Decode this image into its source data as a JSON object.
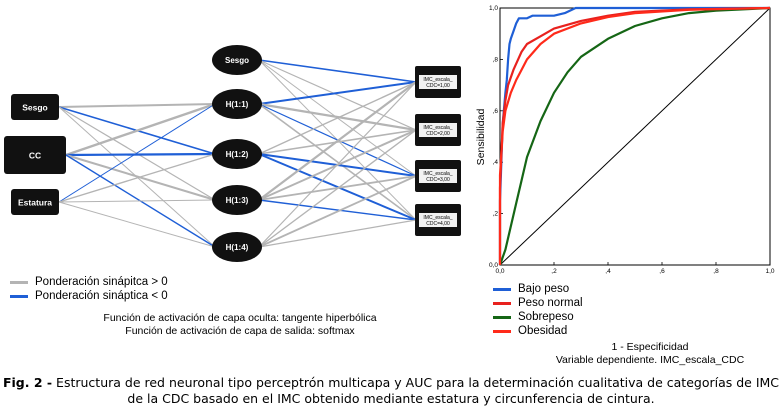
{
  "network": {
    "input_nodes": [
      "Sesgo",
      "CC",
      "Estatura"
    ],
    "hidden_nodes": [
      "Sesgo",
      "H(1:1)",
      "H(1:2)",
      "H(1:3)",
      "H(1:4)"
    ],
    "output_nodes": [
      [
        "IMC_escala_",
        "CDC=1,00"
      ],
      [
        "IMC_escala_",
        "CDC=2,00"
      ],
      [
        "IMC_escala_",
        "CDC=3,00"
      ],
      [
        "IMC_escala_",
        "CDC=4,00"
      ]
    ],
    "legend": [
      {
        "label": "Ponderación sinápitca > 0",
        "color": "#b4b4b4"
      },
      {
        "label": "Ponderación sináptica < 0",
        "color": "#1f5fd6"
      }
    ],
    "hidden_activation": "Función de activación de capa oculta: tangente hiperbólica",
    "output_activation": "Función de activación de capa de salida: softmax"
  },
  "chart_data": {
    "type": "line",
    "xlabel": "1 - Especificidad",
    "ylabel": "Sensibilidad",
    "xlim": [
      0,
      1
    ],
    "ylim": [
      0,
      1
    ],
    "x_ticks": [
      "0,0",
      ",2",
      ",4",
      ",6",
      ",8",
      "1,0"
    ],
    "y_ticks": [
      "0,0",
      ",2",
      ",4",
      ",6",
      ",8",
      "1,0"
    ],
    "legend_position": "bottom-left",
    "reference_line": true,
    "series": [
      {
        "name": "Bajo peso",
        "color": "#1f5fd6",
        "points": [
          [
            0,
            0
          ],
          [
            0,
            0.25
          ],
          [
            0.01,
            0.55
          ],
          [
            0.02,
            0.67
          ],
          [
            0.025,
            0.72
          ],
          [
            0.03,
            0.8
          ],
          [
            0.035,
            0.86
          ],
          [
            0.04,
            0.88
          ],
          [
            0.05,
            0.91
          ],
          [
            0.06,
            0.94
          ],
          [
            0.07,
            0.96
          ],
          [
            0.1,
            0.96
          ],
          [
            0.12,
            0.97
          ],
          [
            0.2,
            0.97
          ],
          [
            0.24,
            0.98
          ],
          [
            0.28,
            1.0
          ],
          [
            1.0,
            1.0
          ]
        ]
      },
      {
        "name": "Peso normal",
        "color": "#e8211e",
        "points": [
          [
            0,
            0
          ],
          [
            0,
            0.3
          ],
          [
            0.01,
            0.55
          ],
          [
            0.02,
            0.64
          ],
          [
            0.03,
            0.7
          ],
          [
            0.05,
            0.76
          ],
          [
            0.08,
            0.83
          ],
          [
            0.1,
            0.86
          ],
          [
            0.15,
            0.89
          ],
          [
            0.2,
            0.92
          ],
          [
            0.3,
            0.95
          ],
          [
            0.4,
            0.97
          ],
          [
            0.5,
            0.985
          ],
          [
            0.7,
            0.995
          ],
          [
            1.0,
            1.0
          ]
        ]
      },
      {
        "name": "Sobrepeso",
        "color": "#156615",
        "points": [
          [
            0,
            0
          ],
          [
            0.02,
            0.06
          ],
          [
            0.04,
            0.15
          ],
          [
            0.06,
            0.24
          ],
          [
            0.08,
            0.33
          ],
          [
            0.1,
            0.42
          ],
          [
            0.15,
            0.56
          ],
          [
            0.2,
            0.67
          ],
          [
            0.25,
            0.75
          ],
          [
            0.3,
            0.81
          ],
          [
            0.4,
            0.88
          ],
          [
            0.5,
            0.93
          ],
          [
            0.6,
            0.96
          ],
          [
            0.7,
            0.98
          ],
          [
            0.8,
            0.99
          ],
          [
            1.0,
            1.0
          ]
        ]
      },
      {
        "name": "Obesidad",
        "color": "#ff2a1a",
        "points": [
          [
            0,
            0
          ],
          [
            0,
            0.35
          ],
          [
            0.01,
            0.52
          ],
          [
            0.02,
            0.6
          ],
          [
            0.04,
            0.67
          ],
          [
            0.06,
            0.72
          ],
          [
            0.08,
            0.76
          ],
          [
            0.1,
            0.8
          ],
          [
            0.15,
            0.86
          ],
          [
            0.2,
            0.9
          ],
          [
            0.3,
            0.94
          ],
          [
            0.4,
            0.965
          ],
          [
            0.5,
            0.98
          ],
          [
            0.7,
            0.993
          ],
          [
            1.0,
            1.0
          ]
        ]
      }
    ],
    "dependent_variable": "Variable dependiente. IMC_escala_CDC"
  },
  "caption": {
    "fig_label": "Fig. 2 -",
    "text": "Estructura de red neuronal tipo perceptrón multicapa y AUC para la determinación cualitativa de categorías de IMC de la CDC basado en el IMC obtenido mediante estatura y circunferencia de cintura."
  }
}
